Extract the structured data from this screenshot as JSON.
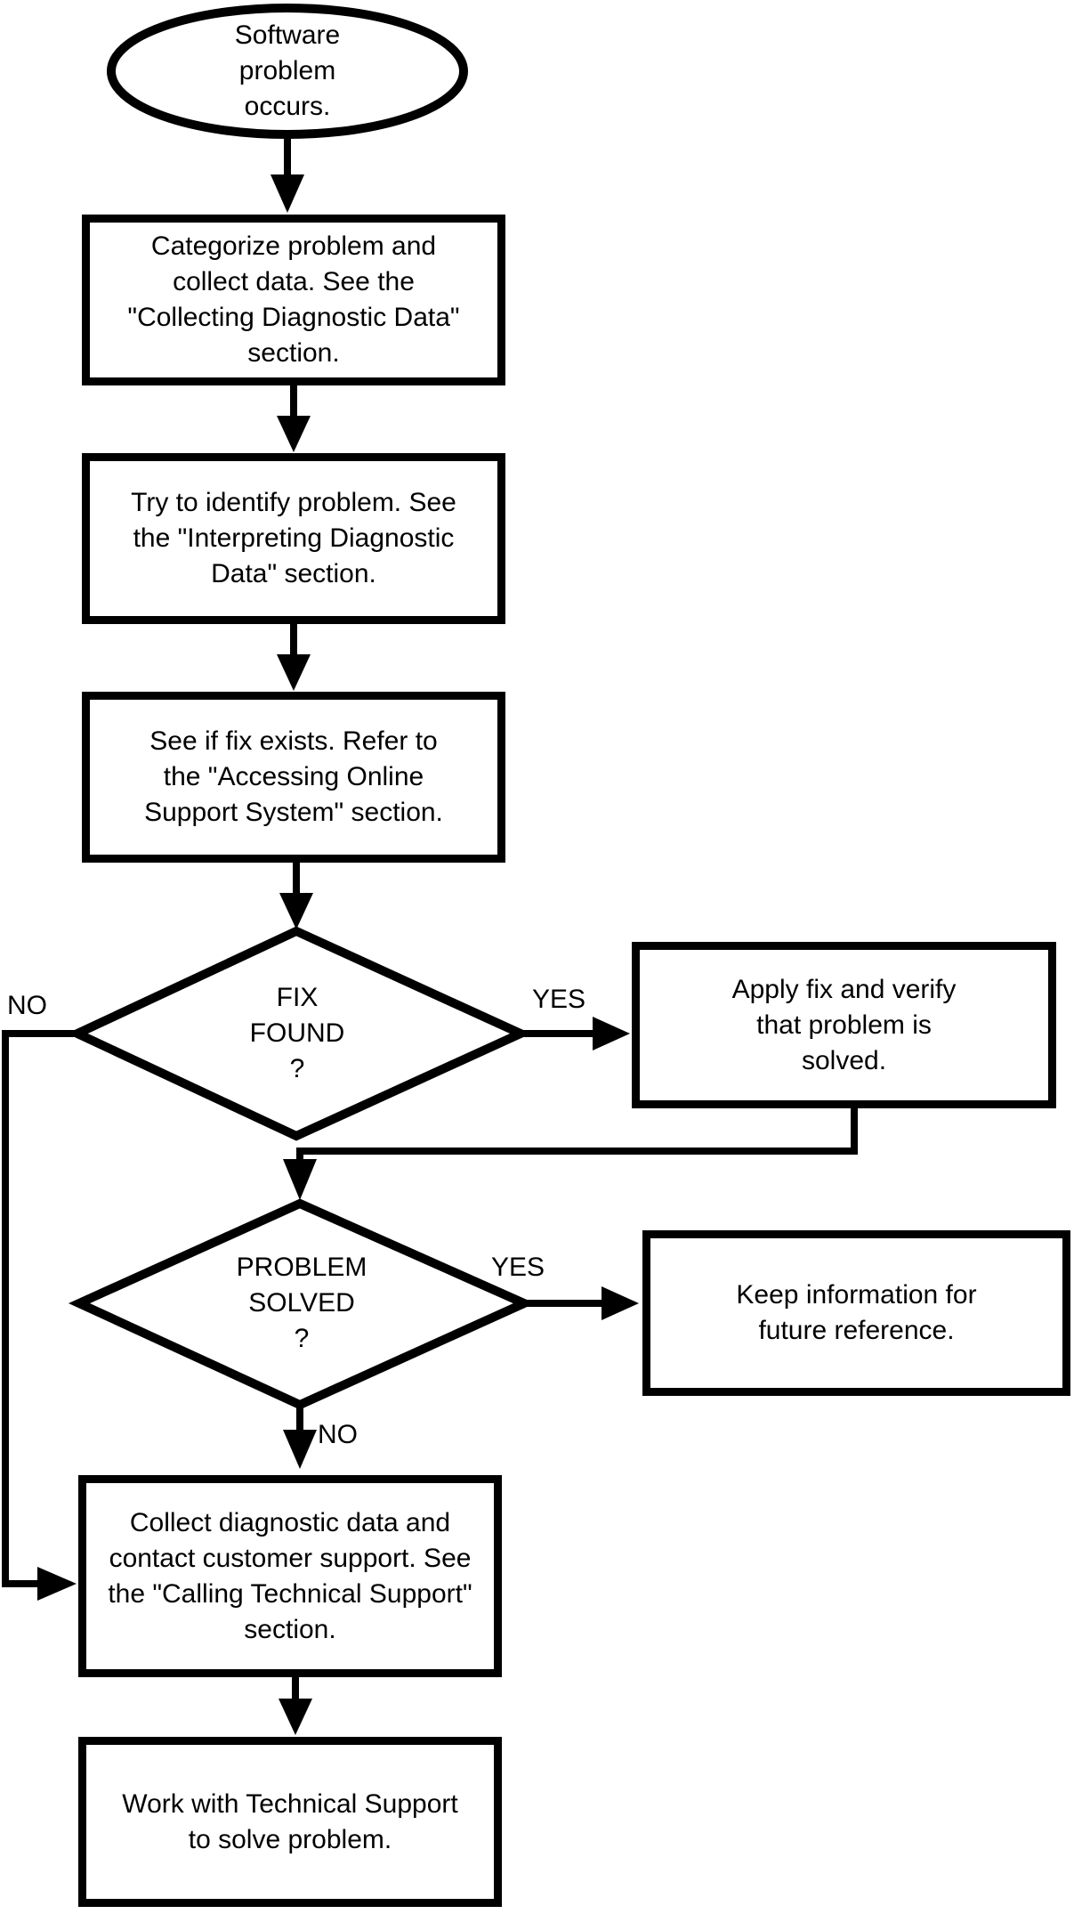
{
  "diagram": {
    "background_color": "#ffffff",
    "line_color": "#000000",
    "nodes": {
      "start": {
        "shape": "ellipse",
        "lines": [
          "Software",
          "problem",
          "occurs."
        ]
      },
      "categorize": {
        "shape": "process",
        "lines": [
          "Categorize problem and",
          "collect data. See the",
          "\"Collecting Diagnostic Data\"",
          "section."
        ]
      },
      "identify": {
        "shape": "process",
        "lines": [
          "Try to identify problem. See",
          "the \"Interpreting Diagnostic",
          "Data\" section."
        ]
      },
      "fix_exists": {
        "shape": "process",
        "lines": [
          "See if fix exists. Refer to",
          "the \"Accessing Online",
          "Support System\" section."
        ]
      },
      "fix_found": {
        "shape": "decision",
        "lines": [
          "FIX",
          "FOUND",
          "?"
        ]
      },
      "apply_fix": {
        "shape": "process",
        "lines": [
          "Apply fix and verify",
          "that problem is",
          "solved."
        ]
      },
      "problem_solved": {
        "shape": "decision",
        "lines": [
          "PROBLEM",
          "SOLVED",
          "?"
        ]
      },
      "keep_info": {
        "shape": "process",
        "lines": [
          "Keep information for",
          "future reference."
        ]
      },
      "collect_diagnostic": {
        "shape": "process",
        "lines": [
          "Collect diagnostic data and",
          "contact customer support. See",
          "the \"Calling Technical Support\"",
          "section."
        ]
      },
      "work_with_support": {
        "shape": "process",
        "lines": [
          "Work with Technical Support",
          "to solve problem."
        ]
      }
    },
    "edge_labels": {
      "fix_found_yes": "YES",
      "fix_found_no": "NO",
      "problem_solved_yes": "YES",
      "problem_solved_no": "NO"
    }
  }
}
